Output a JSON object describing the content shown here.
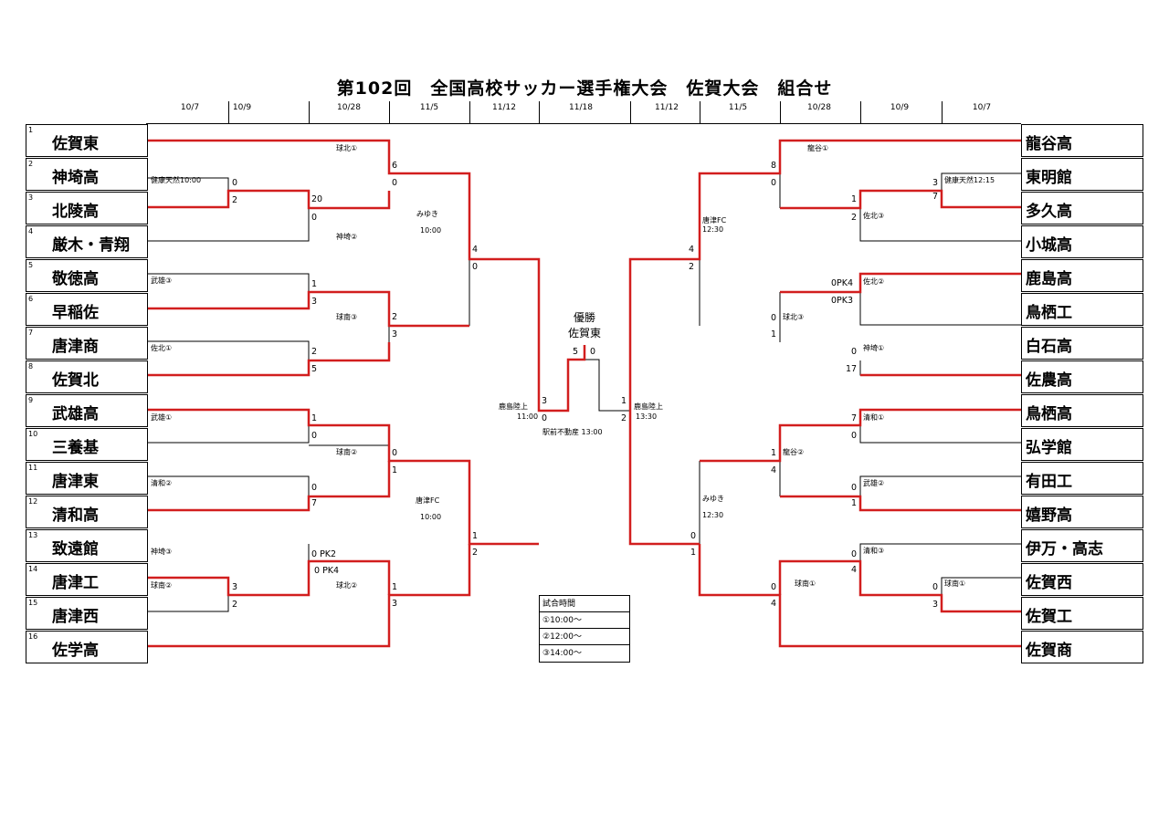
{
  "title": "第102回　全国高校サッカー選手権大会　佐賀大会　組合せ",
  "dates": [
    "10/7",
    "10/9",
    "10/28",
    "11/5",
    "11/12",
    "11/18",
    "11/12",
    "11/5",
    "10/28",
    "10/9",
    "10/7"
  ],
  "left_teams": [
    {
      "no": "1",
      "name": "佐賀東"
    },
    {
      "no": "2",
      "name": "神埼高"
    },
    {
      "no": "3",
      "name": "北陵高"
    },
    {
      "no": "4",
      "name": "厳木・青翔"
    },
    {
      "no": "5",
      "name": "敬徳高"
    },
    {
      "no": "6",
      "name": "早稲佐"
    },
    {
      "no": "7",
      "name": "唐津商"
    },
    {
      "no": "8",
      "name": "佐賀北"
    },
    {
      "no": "9",
      "name": "武雄高"
    },
    {
      "no": "10",
      "name": "三養基"
    },
    {
      "no": "11",
      "name": "唐津東"
    },
    {
      "no": "12",
      "name": "清和高"
    },
    {
      "no": "13",
      "name": "致遠館"
    },
    {
      "no": "14",
      "name": "唐津工"
    },
    {
      "no": "15",
      "name": "唐津西"
    },
    {
      "no": "16",
      "name": "佐学高"
    }
  ],
  "right_teams": [
    {
      "no": "17",
      "name": "龍谷高"
    },
    {
      "no": "18",
      "name": "東明館"
    },
    {
      "no": "19",
      "name": "多久高"
    },
    {
      "no": "20",
      "name": "小城高"
    },
    {
      "no": "21",
      "name": "鹿島高"
    },
    {
      "no": "22",
      "name": "鳥栖工"
    },
    {
      "no": "23",
      "name": "白石高"
    },
    {
      "no": "24",
      "name": "佐農高"
    },
    {
      "no": "25",
      "name": "鳥栖高"
    },
    {
      "no": "26",
      "name": "弘学館"
    },
    {
      "no": "27",
      "name": "有田工"
    },
    {
      "no": "28",
      "name": "嬉野高"
    },
    {
      "no": "29",
      "name": "伊万・高志"
    },
    {
      "no": "30",
      "name": "佐賀西"
    },
    {
      "no": "31",
      "name": "佐賀工"
    },
    {
      "no": "32",
      "name": "佐賀商"
    }
  ],
  "champion": {
    "label": "優勝",
    "team": "佐賀東"
  },
  "final": {
    "left_score": "5",
    "right_score": "0",
    "venue": "駅前不動産 13:00"
  },
  "venues": {
    "l_r1a": "健康天然10:00",
    "l_r1b": "武雄③",
    "l_r1c": "佐北①",
    "l_r1d": "武雄①",
    "l_r1e": "清和②",
    "l_r1f": "神埼③",
    "l_r1g": "球南②",
    "l_r2a": "球北①",
    "l_r2b": "神埼②",
    "l_r2c": "球南③",
    "l_r2d": "球南②",
    "l_r2e": "球北②",
    "l_r3a": "みゆき",
    "l_r3a_t": "10:00",
    "l_r3b": "唐津FC",
    "l_r3b_t": "10:00",
    "l_sf": "鹿島陸上",
    "l_sf_t": "11:00",
    "r_r1a": "健康天然12:15",
    "r_r1b": "神埼①",
    "r_r1c": "清和①",
    "r_r1d": "武雄②",
    "r_r1e": "清和③",
    "r_r1f": "球南①",
    "r_r2a": "龍谷①",
    "r_r2b": "佐北③",
    "r_r2c": "佐北②",
    "r_r2d": "球北③",
    "r_r2e": "龍谷②",
    "r_r2f": "球南①",
    "r_r3a": "唐津FC",
    "r_r3a_t": "12:30",
    "r_r3b": "みゆき",
    "r_r3b_t": "12:30",
    "r_sf": "鹿島陸上",
    "r_sf_t": "13:30"
  },
  "scores": {
    "l1": "6",
    "l2": "0",
    "l3": "0",
    "l4": "2",
    "l5": "20",
    "l6": "0",
    "l7": "4",
    "l8": "0",
    "l9": "1",
    "l10": "3",
    "l11": "2",
    "l12": "3",
    "l13": "2",
    "l14": "5",
    "l15": "1",
    "l16": "0",
    "l17": "0",
    "l18": "1",
    "l19": "0",
    "l20": "7",
    "l21": "0 PK2",
    "l22": "0 PK4",
    "l23": "3",
    "l24": "2",
    "l25": "1",
    "l26": "3",
    "l27": "1",
    "l28": "2",
    "l29": "3",
    "l30": "0",
    "r1": "8",
    "r2": "0",
    "r3": "3",
    "r4": "7",
    "r5": "1",
    "r6": "2",
    "r7": "4",
    "r8": "2",
    "r9": "0PK4",
    "r10": "0PK3",
    "r11": "0",
    "r12": "1",
    "r13": "0",
    "r14": "17",
    "r15": "7",
    "r16": "0",
    "r17": "1",
    "r18": "4",
    "r19": "0",
    "r20": "1",
    "r21": "0",
    "r22": "4",
    "r23": "0",
    "r24": "3",
    "r25": "0",
    "r26": "4",
    "r27": "0",
    "r28": "1",
    "r29": "1",
    "r30": "2"
  },
  "match_times": {
    "header": "試合時間",
    "t1": "①10:00～",
    "t2": "②12:00～",
    "t3": "③14:00～"
  }
}
